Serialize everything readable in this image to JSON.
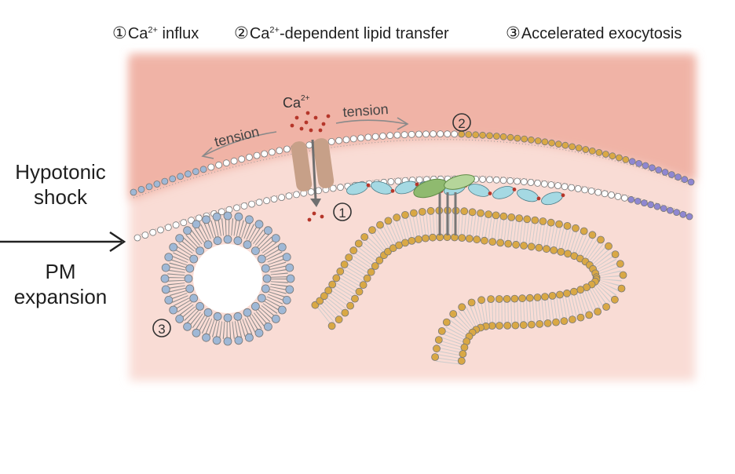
{
  "legend": {
    "item1": {
      "number": "①",
      "text": "Ca",
      "sup": "2+",
      "rest": " influx"
    },
    "item2": {
      "number": "②",
      "text": "Ca",
      "sup": "2+",
      "rest": "-dependent lipid transfer"
    },
    "item3": {
      "number": "③",
      "text": "Accelerated exocytosis"
    }
  },
  "left_labels": {
    "shock_line1": "Hypotonic",
    "shock_line2": "shock",
    "pm_line1": "PM",
    "pm_line2": "expansion"
  },
  "diagram": {
    "ion_label": "Ca",
    "ion_sup": "2+",
    "tension_left": "tension",
    "tension_right": "tension",
    "marker1": "1",
    "marker2": "2",
    "marker3": "3"
  },
  "colors": {
    "outside": "#f0b3a6",
    "cytoplasm": "#f9dcd5",
    "pm_lipid": "#ffffff",
    "vesicle_lipid": "#9fb8d6",
    "er_lipid": "#d9a845",
    "tethered_lipid": "#8f87d1",
    "channel": "#c7a088",
    "transfer_protein": "#a5d9e3",
    "calcium": "#b5362a",
    "tether_protein": "#8fba6f"
  }
}
